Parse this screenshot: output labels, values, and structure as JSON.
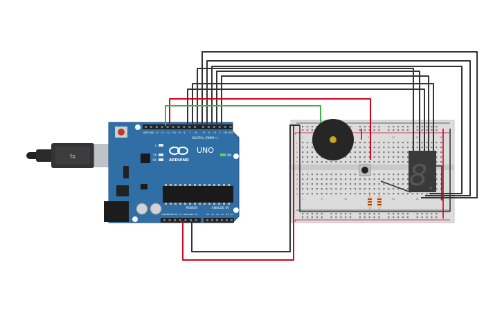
{
  "arduino": {
    "brand": "ARDUINO",
    "model": "UNO",
    "digital_label": "DIGITAL (PWM~)",
    "power_label": "POWER",
    "analog_label": "ANALOG IN",
    "on_label": "ON",
    "tx_label": "TX",
    "rx_label": "RX",
    "l_label": "L",
    "digital_pins": [
      "AREF",
      "GND",
      "13",
      "12",
      "~11",
      "~10",
      "~9",
      "8",
      "7",
      "~6",
      "~5",
      "4",
      "~3",
      "2",
      "TX1",
      "RX0"
    ],
    "power_pins": [
      "IOREF",
      "RESET",
      "3.3V",
      "5V",
      "GND",
      "GND",
      "Vin"
    ],
    "analog_pins": [
      "A0",
      "A1",
      "A2",
      "A3",
      "A4",
      "A5"
    ]
  },
  "breadboard": {
    "rail_plus": "+",
    "rail_minus": "-",
    "row_letters_top": [
      "j",
      "i",
      "h",
      "g",
      "f"
    ],
    "row_letters_bottom": [
      "e",
      "d",
      "c",
      "b",
      "a"
    ],
    "column_numbers": [
      "1",
      "5",
      "10",
      "15",
      "20",
      "25",
      "30"
    ]
  },
  "display": {
    "digit": "8"
  },
  "colors": {
    "board": "#2f6fa5",
    "board_dark": "#1f5686",
    "breadboard": "#dcdcdc",
    "wire_black": "#333333",
    "wire_red": "#d0021b",
    "wire_green": "#3fae49",
    "display_body": "#3a3a3a",
    "buzzer": "#262626"
  }
}
